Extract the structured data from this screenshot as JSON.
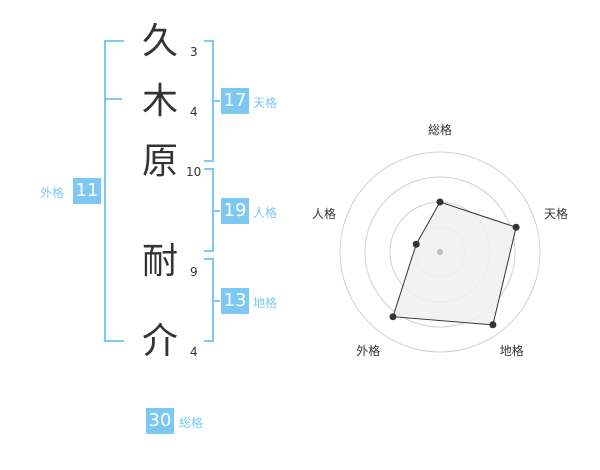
{
  "name": {
    "chars": [
      {
        "char": "久",
        "strokes": "3"
      },
      {
        "char": "木",
        "strokes": "4"
      },
      {
        "char": "原",
        "strokes": "10"
      },
      {
        "char": "耐",
        "strokes": "9"
      },
      {
        "char": "介",
        "strokes": "4"
      }
    ]
  },
  "kaku": {
    "tenkaku": {
      "value": "17",
      "label": "天格"
    },
    "jinkaku": {
      "value": "19",
      "label": "人格"
    },
    "chikaku": {
      "value": "13",
      "label": "地格"
    },
    "gaikaku": {
      "value": "11",
      "label": "外格"
    },
    "soukaku": {
      "value": "30",
      "label": "総格"
    }
  },
  "chart_data": {
    "type": "radar",
    "axes": [
      "総格",
      "天格",
      "地格",
      "外格",
      "人格"
    ],
    "values": [
      0.5,
      0.8,
      0.9,
      0.8,
      0.25
    ],
    "range": [
      0,
      1
    ],
    "rings": 4,
    "colors": {
      "fill": "#f0f0f0",
      "stroke": "#333333",
      "grid": "#d0d0d0",
      "point": "#333333",
      "center": "#bbbbbb"
    }
  },
  "theme": {
    "accent": "#7cc8f2",
    "text": "#333333"
  }
}
